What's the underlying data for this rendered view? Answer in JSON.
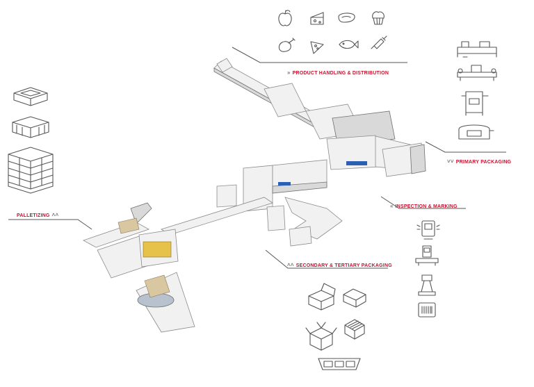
{
  "labels": {
    "product_handling": "PRODUCT HANDLING & DISTRIBUTION",
    "primary_packaging": "PRIMARY PACKAGING",
    "inspection_marking": "INSPECTION & MARKING",
    "palletizing": "PALLETIZING",
    "secondary_tertiary": "SECONDARY & TERTIARY PACKAGING"
  },
  "chevrons": {
    "double_right": "»",
    "double_down": "˅˅",
    "double_left": "«",
    "double_up": "˄˄"
  },
  "colors": {
    "label": "#c8102e",
    "line": "#555555",
    "machine_blue": "#2b5fb3",
    "product": "#d9c7a1"
  },
  "icons": {
    "product_row1": [
      "apple-icon",
      "cheese-icon",
      "meat-steak-icon",
      "cupcake-icon"
    ],
    "product_row2": [
      "chicken-leg-icon",
      "pizza-slice-icon",
      "fish-icon",
      "syringe-icon"
    ],
    "primary": [
      "flow-wrapper-icon",
      "thermoformer-icon",
      "tray-sealer-icon",
      "vacuum-chamber-icon"
    ],
    "inspection": [
      "vision-inspection-icon",
      "checkweigher-icon",
      "xray-detector-icon",
      "barcode-label-icon"
    ],
    "secondary": [
      "folding-carton-open-icon",
      "carton-box-icon",
      "shipping-box-open-icon",
      "case-packer-icon",
      "crate-tray-icon"
    ],
    "palletizing": [
      "pallet-tray-icon",
      "crate-icon",
      "pallet-load-icon"
    ]
  }
}
